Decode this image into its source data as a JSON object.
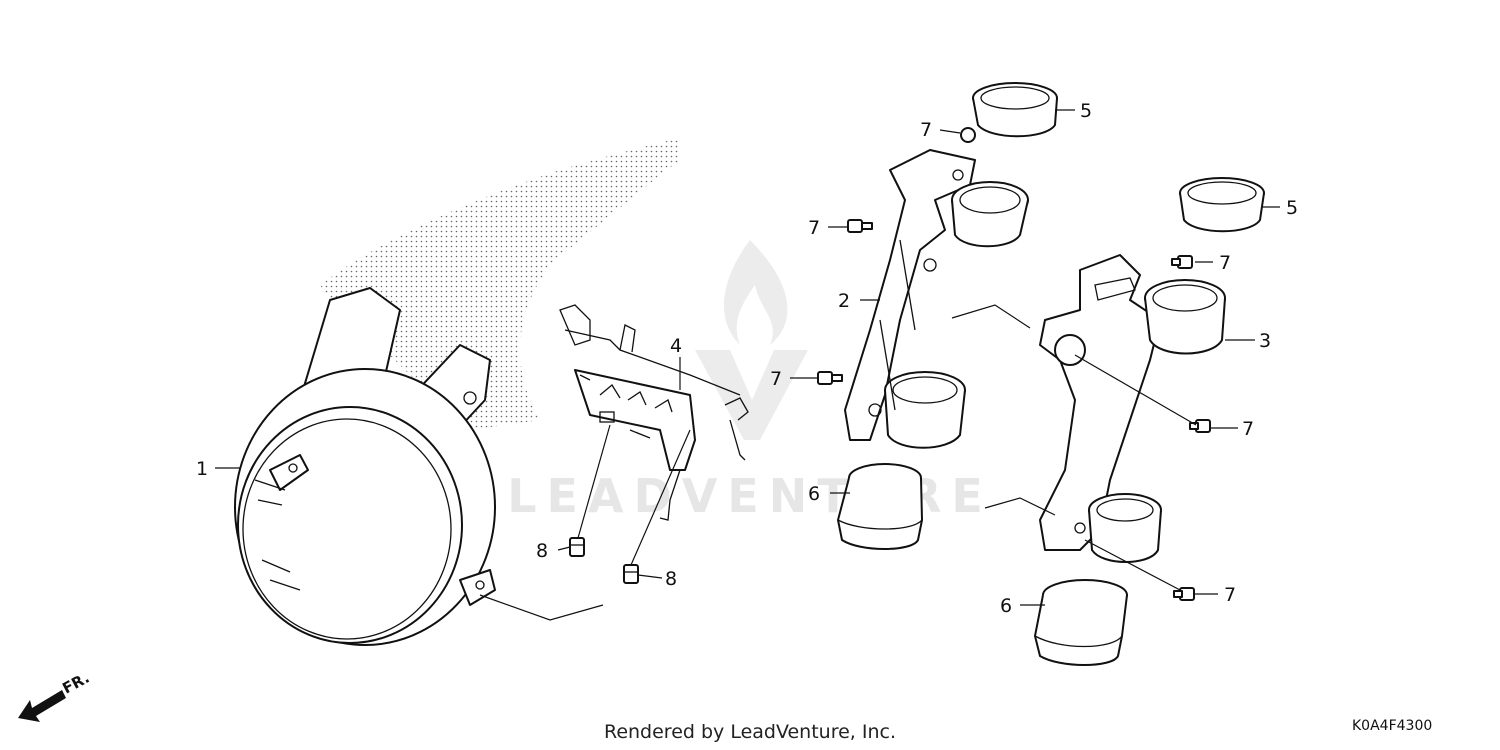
{
  "diagram": {
    "callouts": [
      {
        "id": "c1",
        "text": "1"
      },
      {
        "id": "c2",
        "text": "2"
      },
      {
        "id": "c3",
        "text": "3"
      },
      {
        "id": "c4",
        "text": "4"
      },
      {
        "id": "c5a",
        "text": "5"
      },
      {
        "id": "c5b",
        "text": "5"
      },
      {
        "id": "c6a",
        "text": "6"
      },
      {
        "id": "c6b",
        "text": "6"
      },
      {
        "id": "c7a",
        "text": "7"
      },
      {
        "id": "c7b",
        "text": "7"
      },
      {
        "id": "c7c",
        "text": "7"
      },
      {
        "id": "c7d",
        "text": "7"
      },
      {
        "id": "c7e",
        "text": "7"
      },
      {
        "id": "c7f",
        "text": "7"
      },
      {
        "id": "c8a",
        "text": "8"
      },
      {
        "id": "c8b",
        "text": "8"
      }
    ],
    "front_indicator": "FR.",
    "watermark": "LEADVENTURE",
    "footer_text": "Rendered by LeadVenture, Inc.",
    "diagram_code": "K0A4F4300"
  }
}
